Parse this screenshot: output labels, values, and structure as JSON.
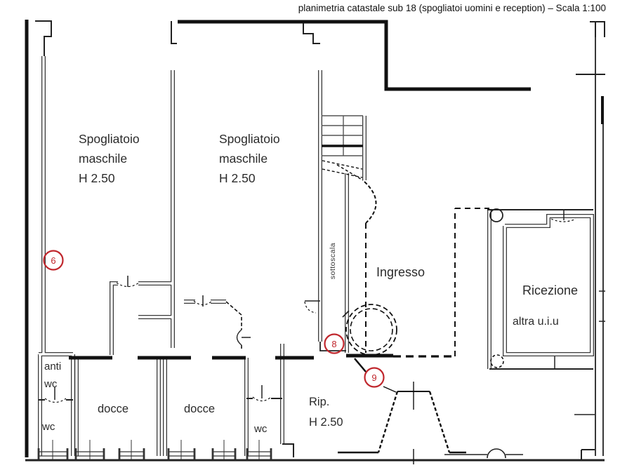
{
  "title": "planimetria catastale sub 18 (spogliatoi uomini e reception) – Scala 1:100",
  "rooms": {
    "spogliatoio_1": "Spogliatoio\nmaschile\nH 2.50",
    "spogliatoio_2": "Spogliatoio\nmaschile\nH 2.50",
    "ingresso": "Ingresso",
    "sottoscala": "sottoscala",
    "ricezione": "Ricezione",
    "ricezione_sub": "altra u.i.u",
    "anti_wc": "anti\nwc",
    "wc_left": "wc",
    "docce_1": "docce",
    "docce_2": "docce",
    "wc_mid": "wc",
    "rip": "Rip.\nH 2.50"
  },
  "markers": [
    {
      "id": "6",
      "label": "6"
    },
    {
      "id": "8",
      "label": "8"
    },
    {
      "id": "9",
      "label": "9"
    }
  ],
  "colors": {
    "marker": "#c0272d",
    "wall": "#1c1c1c"
  }
}
